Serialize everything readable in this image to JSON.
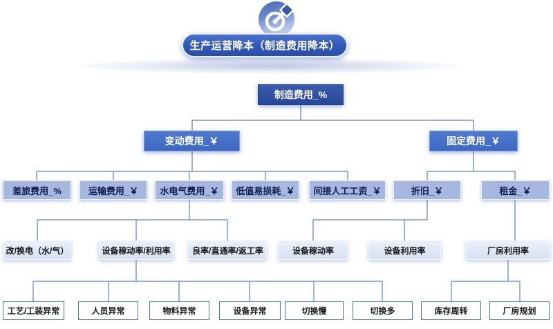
{
  "banner": {
    "title": "生产运营降本（制造费用降本）"
  },
  "icon": {
    "name": "target-dart-icon"
  },
  "colors": {
    "level1_fill": "#2d4f9e",
    "level2_fill": "#4472c4",
    "level3_fill": "#a6b8df",
    "level4_fill": "#dce5f4",
    "level5_border": "#4472c4",
    "connector": "#5b7fc7",
    "banner_fill": "#3058b8"
  },
  "nodes": {
    "root": {
      "label": "制造费用_%"
    },
    "variable_cost": {
      "label": "变动费用_￥"
    },
    "fixed_cost": {
      "label": "固定费用_￥"
    },
    "travel": {
      "label": "差旅费用_%"
    },
    "transport": {
      "label": "运输费用_￥"
    },
    "utilities": {
      "label": "水电气费用_￥"
    },
    "consumables": {
      "label": "低值易损耗_￥"
    },
    "indirect_labor": {
      "label": "间接人工工资_￥"
    },
    "depreciation": {
      "label": "折旧_￥"
    },
    "rent": {
      "label": "租金_￥"
    },
    "power_change": {
      "label": "改/换电（水/气）"
    },
    "equipment_oee": {
      "label": "设备稼动率/利用率"
    },
    "yield_rate": {
      "label": "良率/直通率/返工率"
    },
    "equip_operation_rate": {
      "label": "设备稼动率"
    },
    "equip_utilization_rate": {
      "label": "设备利用率"
    },
    "plant_utilization_rate": {
      "label": "厂房利用率"
    },
    "process_tooling_abnormal": {
      "label": "工艺/工装异常"
    },
    "personnel_abnormal": {
      "label": "人员异常"
    },
    "material_abnormal": {
      "label": "物料异常"
    },
    "equipment_abnormal": {
      "label": "设备异常"
    },
    "changeover_slow": {
      "label": "切换慢"
    },
    "changeover_frequent": {
      "label": "切换多"
    },
    "inventory_turnover": {
      "label": "库存周转"
    },
    "plant_planning": {
      "label": "厂房规划"
    }
  }
}
